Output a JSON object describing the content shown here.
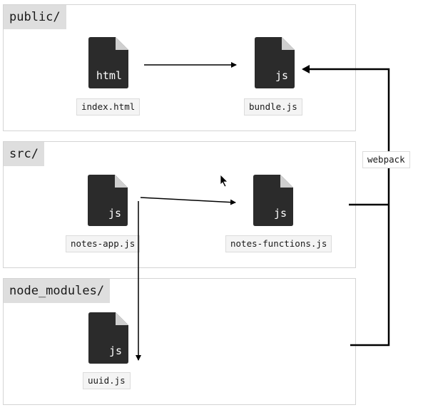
{
  "panels": {
    "public": {
      "tag": "public/"
    },
    "src": {
      "tag": "src/"
    },
    "node_modules": {
      "tag": "node_modules/"
    }
  },
  "files": {
    "index_html": {
      "ext": "html",
      "name": "index.html"
    },
    "bundle_js": {
      "ext": "js",
      "name": "bundle.js"
    },
    "notes_app_js": {
      "ext": "js",
      "name": "notes-app.js"
    },
    "notes_functions_js": {
      "ext": "js",
      "name": "notes-functions.js"
    },
    "uuid_js": {
      "ext": "js",
      "name": "uuid.js"
    }
  },
  "bundler": {
    "label": "webpack"
  },
  "colors": {
    "file_icon": "#2b2b2b",
    "file_fold": "#cfcfcf",
    "arrow": "#000000",
    "tag_bg": "#dedede"
  }
}
